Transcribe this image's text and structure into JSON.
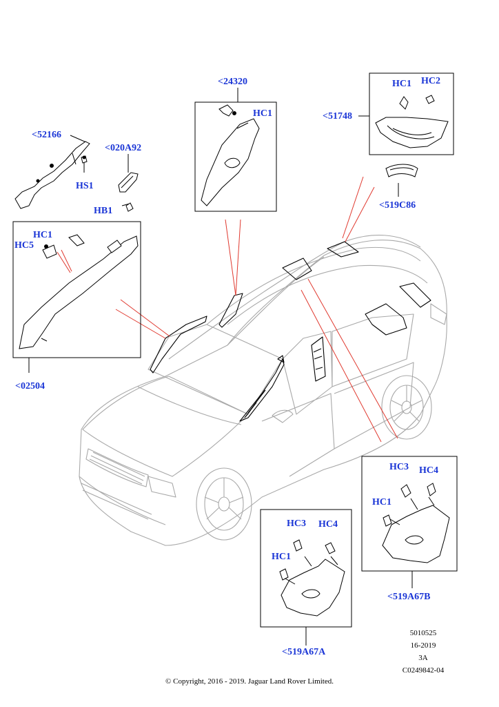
{
  "labels": {
    "p52166": "<52166",
    "p020A92": "<020A92",
    "hs1": "HS1",
    "hb1": "HB1",
    "p24320": "<24320",
    "hc1_a": "HC1",
    "p51748": "<51748",
    "hc1_b": "HC1",
    "hc2": "HC2",
    "p519C86": "<519C86",
    "hc1_c": "HC1",
    "hc5": "HC5",
    "p02504": "<02504",
    "hc3_r": "HC3",
    "hc4_r": "HC4",
    "hc1_r": "HC1",
    "p519A67B": "<519A67B",
    "hc3_l": "HC3",
    "hc4_l": "HC4",
    "hc1_l": "HC1",
    "p519A67A": "<519A67A"
  },
  "reference": {
    "line1": "5010525",
    "line2": "16-2019",
    "line3": "3A",
    "line4": "C0249842-04"
  },
  "copyright": "© Copyright, 2016 - 2019. Jaguar Land Rover Limited.",
  "colors": {
    "label_blue": "#1a35d6",
    "leader_red": "#e0392f",
    "vehicle_gray": "#a8a8a8",
    "part_black": "#000000"
  }
}
